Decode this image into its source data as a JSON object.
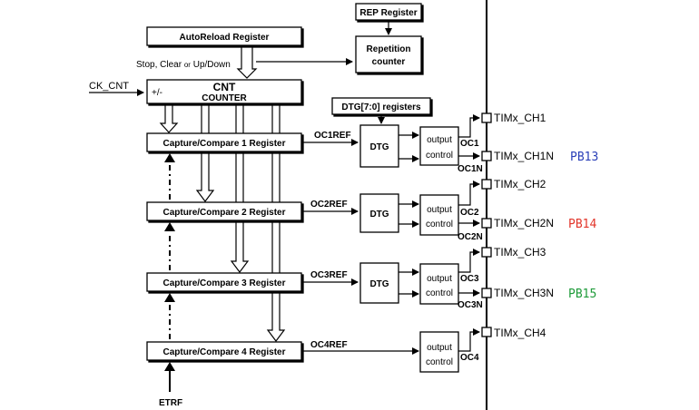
{
  "diagram": {
    "inputs": {
      "ck_cnt": "CK_CNT",
      "etrf": "ETRF",
      "plus_minus": "+/-"
    },
    "blocks": {
      "autoreload": "AutoReload Register",
      "rep_register": "REP Register",
      "repetition_counter_line1": "Repetition",
      "repetition_counter_line2": "counter",
      "stop_clear_pre": "Stop, Clear ",
      "stop_clear_or": "or",
      "stop_clear_post": " Up/Down",
      "cnt": "CNT",
      "counter": "COUNTER",
      "dtg_registers": "DTG[7:0] registers",
      "dtg": "DTG",
      "output_control_line1": "output",
      "output_control_line2": "control"
    },
    "channels": [
      {
        "capture_compare": "Capture/Compare 1 Register",
        "ref": "OC1REF",
        "oc": "OC1",
        "ocn": "OC1N",
        "pin": "TIMx_CH1",
        "pin_n": "TIMx_CH1N",
        "pb": "PB13",
        "pb_color": "#2a3fb8"
      },
      {
        "capture_compare": "Capture/Compare 2 Register",
        "ref": "OC2REF",
        "oc": "OC2",
        "ocn": "OC2N",
        "pin": "TIMx_CH2",
        "pin_n": "TIMx_CH2N",
        "pb": "PB14",
        "pb_color": "#e2362b"
      },
      {
        "capture_compare": "Capture/Compare 3 Register",
        "ref": "OC3REF",
        "oc": "OC3",
        "ocn": "OC3N",
        "pin": "TIMx_CH3",
        "pin_n": "TIMx_CH3N",
        "pb": "PB15",
        "pb_color": "#1f9b3a"
      },
      {
        "capture_compare": "Capture/Compare 4 Register",
        "ref": "OC4REF",
        "oc": "OC4",
        "pin": "TIMx_CH4"
      }
    ]
  }
}
